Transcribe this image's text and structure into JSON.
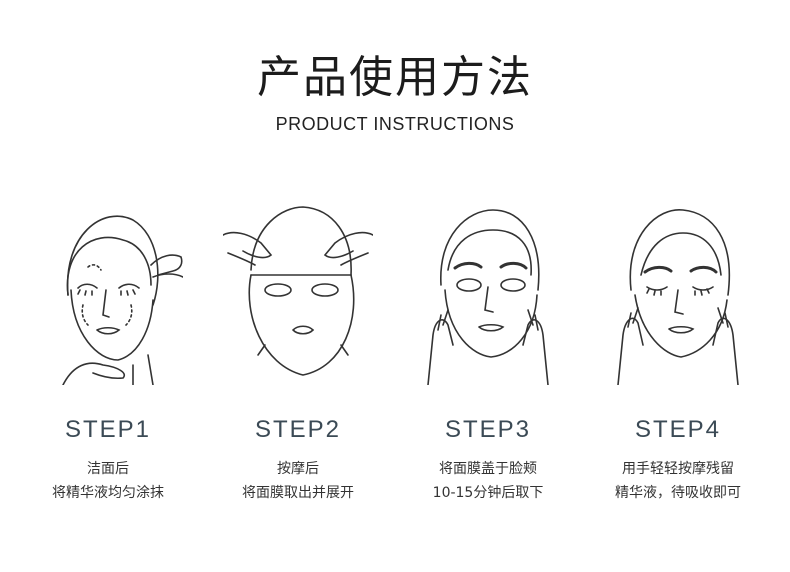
{
  "title": "产品使用方法",
  "subtitle": "PRODUCT INSTRUCTIONS",
  "steps": [
    {
      "label": "STEP1",
      "line1": "洁面后",
      "line2": "将精华液均匀涂抹"
    },
    {
      "label": "STEP2",
      "line1": "按摩后",
      "line2": "将面膜取出并展开"
    },
    {
      "label": "STEP3",
      "line1": "将面膜盖于脸颊",
      "line2": "10-15分钟后取下"
    },
    {
      "label": "STEP4",
      "line1": "用手轻轻按摩残留",
      "line2": "精华液，待吸收即可"
    }
  ]
}
